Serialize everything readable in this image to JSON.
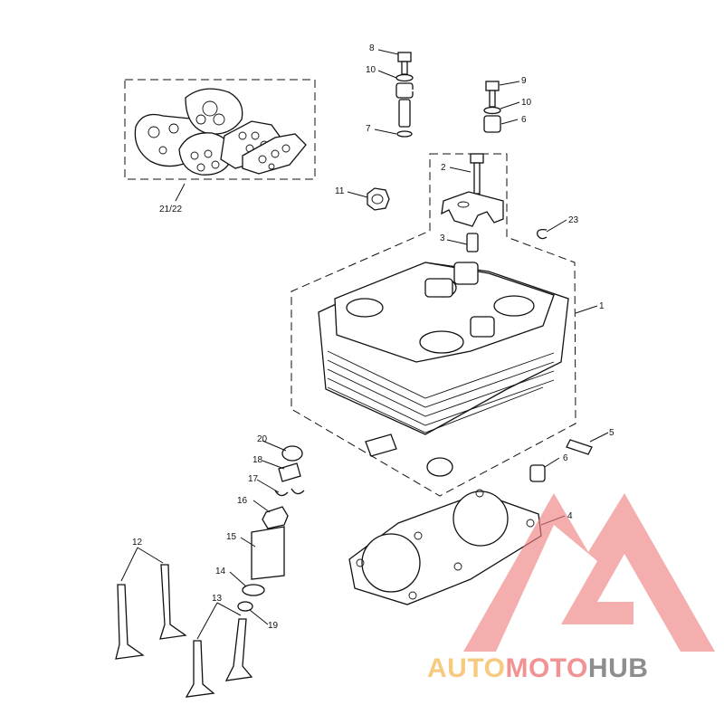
{
  "callouts": [
    "1",
    "2",
    "3",
    "4",
    "5",
    "6",
    "7",
    "8",
    "9",
    "9",
    "10",
    "10",
    "11",
    "12",
    "13",
    "14",
    "15",
    "16",
    "17",
    "18",
    "19",
    "20",
    "21/22",
    "23"
  ],
  "watermark": {
    "part1": "AUTO",
    "part2": "MOTO",
    "part3": "HUB",
    "color1": "#f5c36b",
    "color2": "#f08080",
    "color3": "#7a7a7a"
  }
}
